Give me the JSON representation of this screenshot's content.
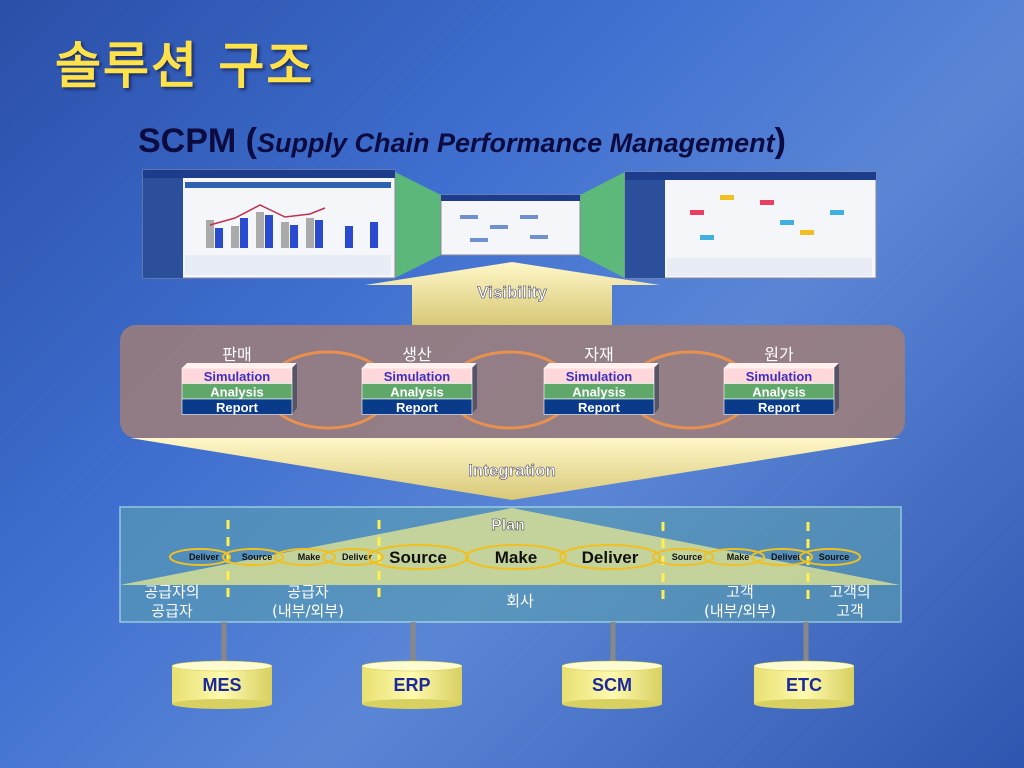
{
  "title": "솔루션 구조",
  "subtitle": {
    "acronym": "SCPM",
    "open": " (",
    "full": "Supply Chain Performance Management",
    "close": ")"
  },
  "visibility_label": "Visibility",
  "integration_label": "Integration",
  "modules": [
    {
      "name": "판매",
      "layers": [
        "Simulation",
        "Analysis",
        "Report"
      ]
    },
    {
      "name": "생산",
      "layers": [
        "Simulation",
        "Analysis",
        "Report"
      ]
    },
    {
      "name": "자재",
      "layers": [
        "Simulation",
        "Analysis",
        "Report"
      ]
    },
    {
      "name": "원가",
      "layers": [
        "Simulation",
        "Analysis",
        "Report"
      ]
    }
  ],
  "plan_label": "Plan",
  "chain": [
    "Deliver",
    "Source",
    "Make",
    "Deliver",
    "Source",
    "Make",
    "Deliver",
    "Source",
    "Make",
    "Deliver",
    "Source"
  ],
  "parties": [
    "공급자의\n공급자",
    "공급자\n(내부/외부)",
    "회사",
    "고객\n(내부/외부)",
    "고객의\n고객"
  ],
  "systems": [
    "MES",
    "ERP",
    "SCM",
    "ETC"
  ],
  "colors": {
    "title": "#ffe24a",
    "simulation": "#ffd8dc",
    "analysis": "#5fa86a",
    "report": "#0a3a8a",
    "arrow": "#f3e6a0",
    "ring": "#e89050",
    "chain": "#f0c020"
  }
}
